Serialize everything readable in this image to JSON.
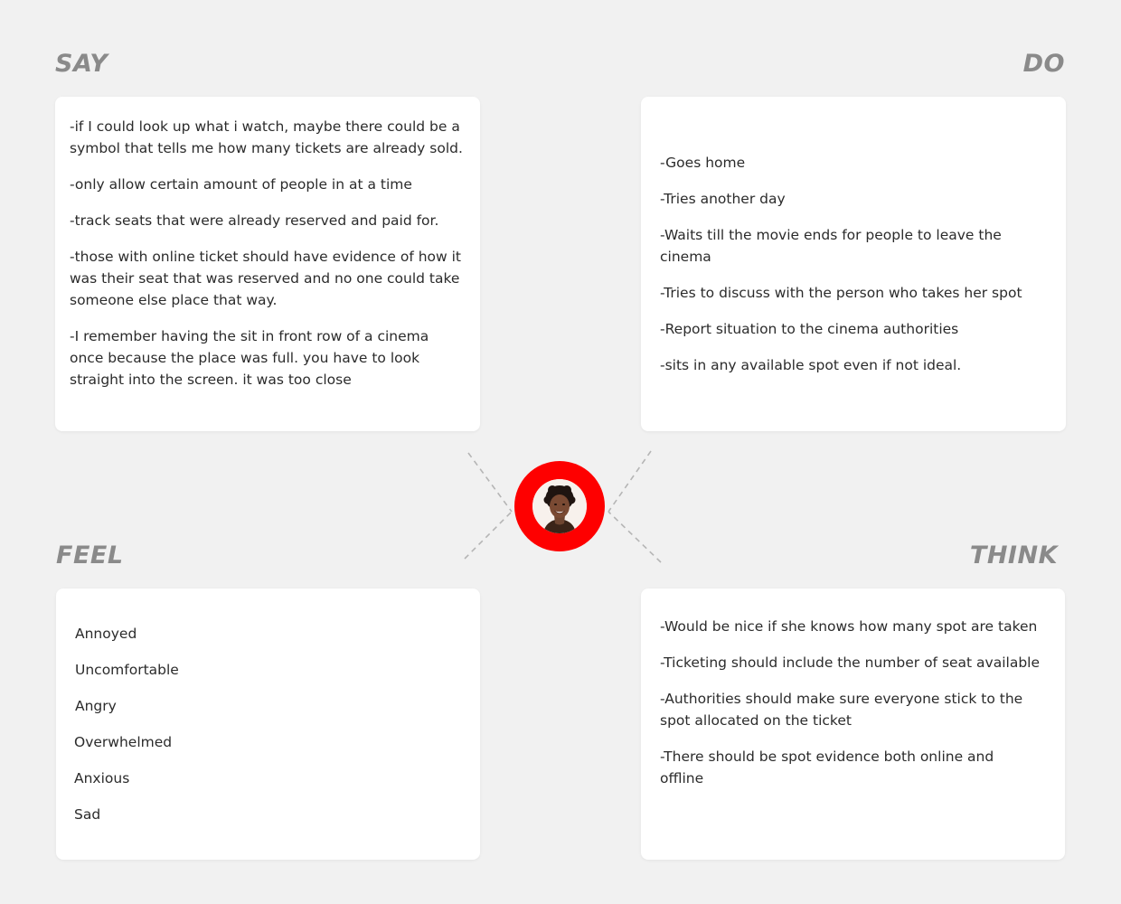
{
  "accent_color": "#fe0000",
  "quadrants": {
    "say": {
      "title": "SAY",
      "items": [
        "-if I could look up what i watch, maybe there could be a symbol that tells me how many tickets are already sold.",
        "-only allow certain amount of people in at a time",
        "-track seats that were already reserved and paid for.",
        "-those with online ticket should have evidence of how it was their seat that was reserved and no one could take someone else place that way.",
        "-I remember having the sit in front row of a cinema once because the place was full. you have to look straight into the screen. it was too close"
      ]
    },
    "do": {
      "title": "DO",
      "items": [
        "-Goes home",
        "-Tries another day",
        "-Waits till the movie ends for people to leave the cinema",
        "-Tries to discuss with the person who takes her spot",
        "-Report situation to the cinema authorities",
        "-sits in any available spot even if not ideal."
      ]
    },
    "feel": {
      "title": "FEEL",
      "items": [
        "Annoyed",
        "Uncomfortable",
        "Angry",
        "Overwhelmed",
        "Anxious",
        "Sad"
      ]
    },
    "think": {
      "title": "THINK",
      "items": [
        "-Would be nice if she knows how many spot are taken",
        "-Ticketing should include the number of seat available",
        "-Authorities should make sure everyone stick to the spot allocated on the ticket",
        "-There should be spot evidence both online and offline"
      ]
    }
  },
  "avatar": {
    "icon": "user-portrait-icon"
  }
}
